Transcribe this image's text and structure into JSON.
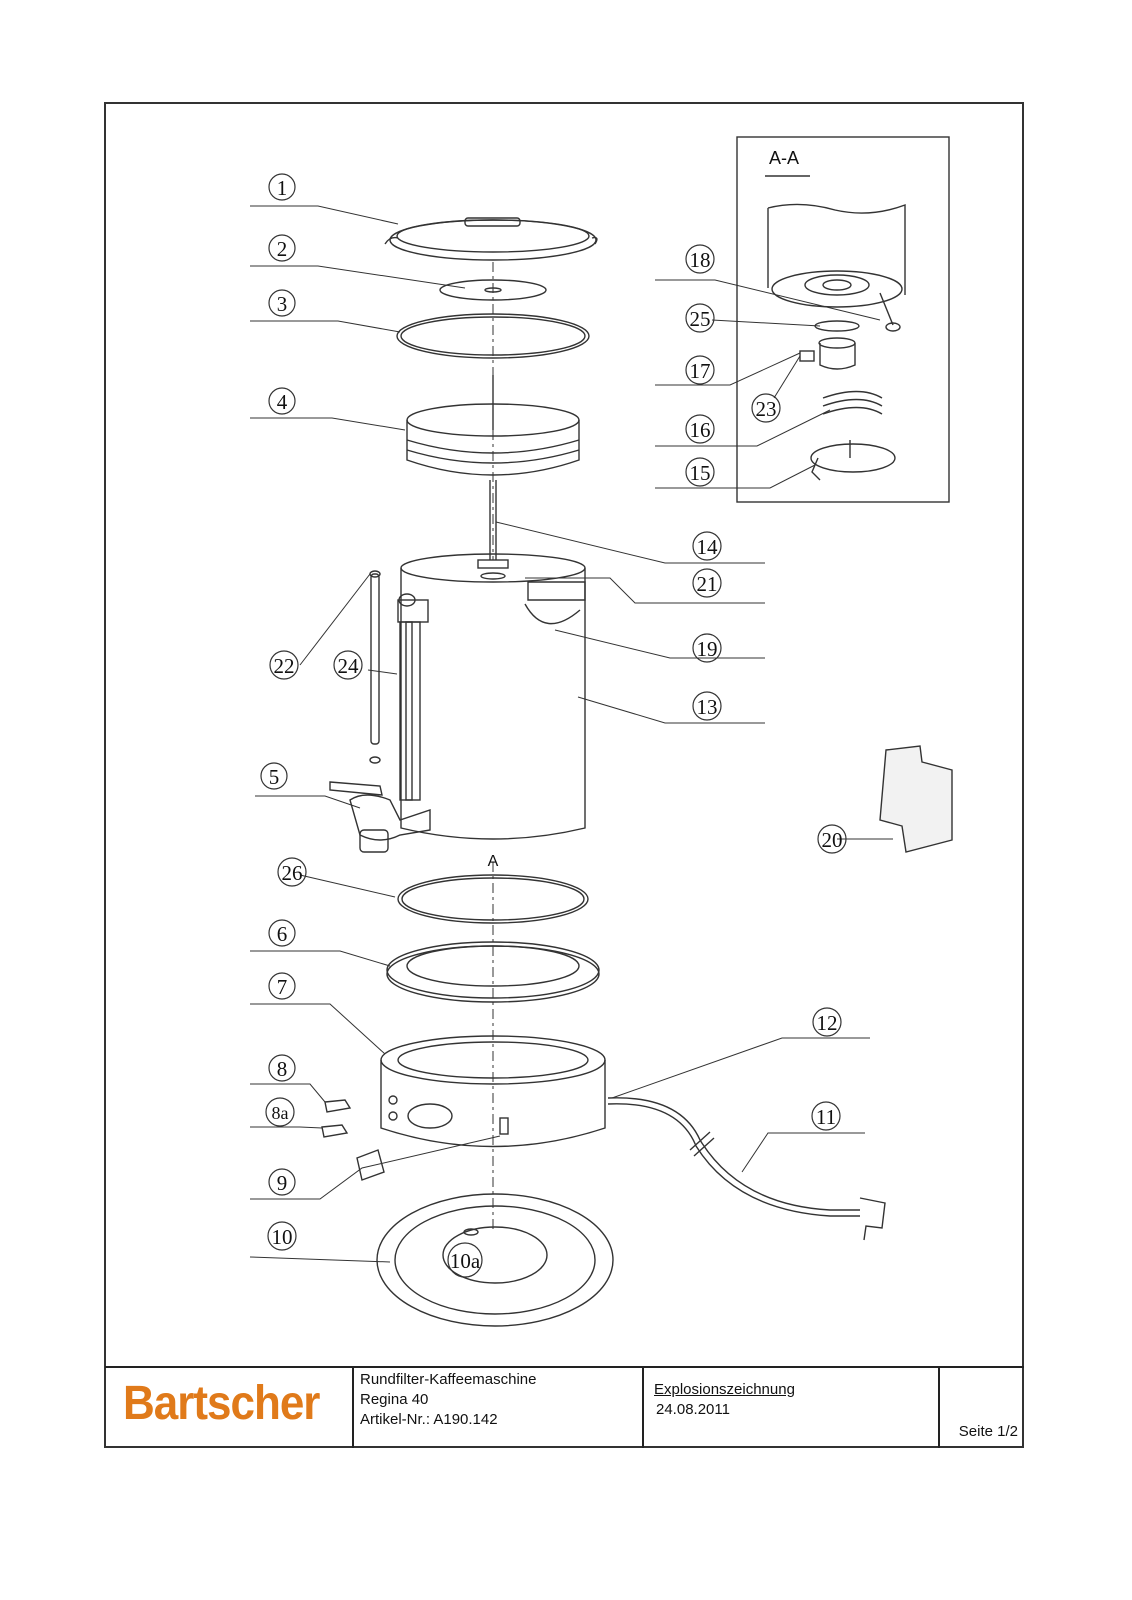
{
  "callouts": [
    {
      "id": "1"
    },
    {
      "id": "2"
    },
    {
      "id": "3"
    },
    {
      "id": "4"
    },
    {
      "id": "5"
    },
    {
      "id": "6"
    },
    {
      "id": "7"
    },
    {
      "id": "8"
    },
    {
      "id": "8a"
    },
    {
      "id": "9"
    },
    {
      "id": "10"
    },
    {
      "id": "10a"
    },
    {
      "id": "11"
    },
    {
      "id": "12"
    },
    {
      "id": "13"
    },
    {
      "id": "14"
    },
    {
      "id": "15"
    },
    {
      "id": "16"
    },
    {
      "id": "17"
    },
    {
      "id": "18"
    },
    {
      "id": "19"
    },
    {
      "id": "20"
    },
    {
      "id": "21"
    },
    {
      "id": "22"
    },
    {
      "id": "23"
    },
    {
      "id": "24"
    },
    {
      "id": "25"
    },
    {
      "id": "26"
    }
  ],
  "section_view": {
    "title": "A-A"
  },
  "section_marker": "A",
  "title_block": {
    "brand": "Bartscher",
    "product_line1": "Rundfilter-Kaffeemaschine",
    "product_line2": "Regina 40",
    "article": "Artikel-Nr.: A190.142",
    "drawing_type": "Explosionszeichnung",
    "date": "24.08.2011",
    "page": "Seite 1/2"
  },
  "colors": {
    "brand": "#e07a1a",
    "line": "#222222"
  }
}
